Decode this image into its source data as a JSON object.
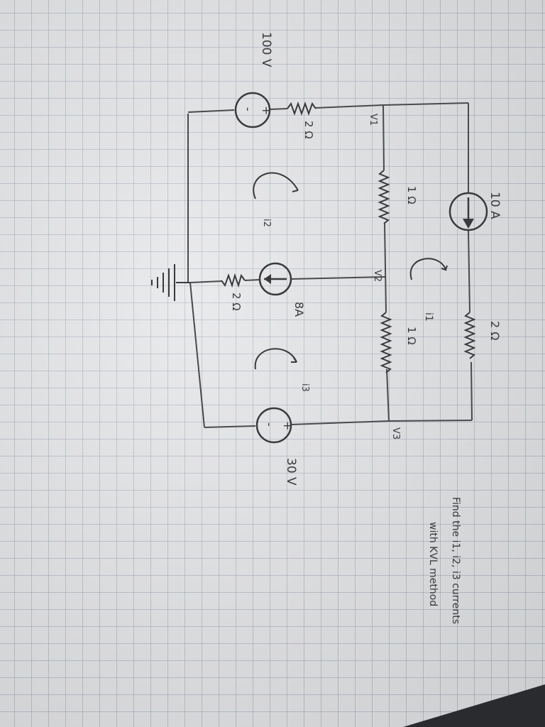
{
  "circuit": {
    "current_sources": {
      "top": "10 A",
      "middle": "8A"
    },
    "voltage_sources": {
      "left": "100 V",
      "right": "30 V",
      "plus": "+",
      "minus": "-"
    },
    "resistors": {
      "top": "2 Ω",
      "middle_left": "1 Ω",
      "middle_right": "1 Ω",
      "bottom_left": "2 Ω",
      "bottom_middle": "2 Ω"
    },
    "nodes": {
      "v1": "V1",
      "v2": "V2",
      "v3": "V3"
    },
    "mesh_currents": {
      "i1": "i1",
      "i2": "i2",
      "i3": "i3"
    }
  },
  "instruction": {
    "line1": "Find the i1, i2, i3 currents",
    "line2": "with KVL method"
  }
}
